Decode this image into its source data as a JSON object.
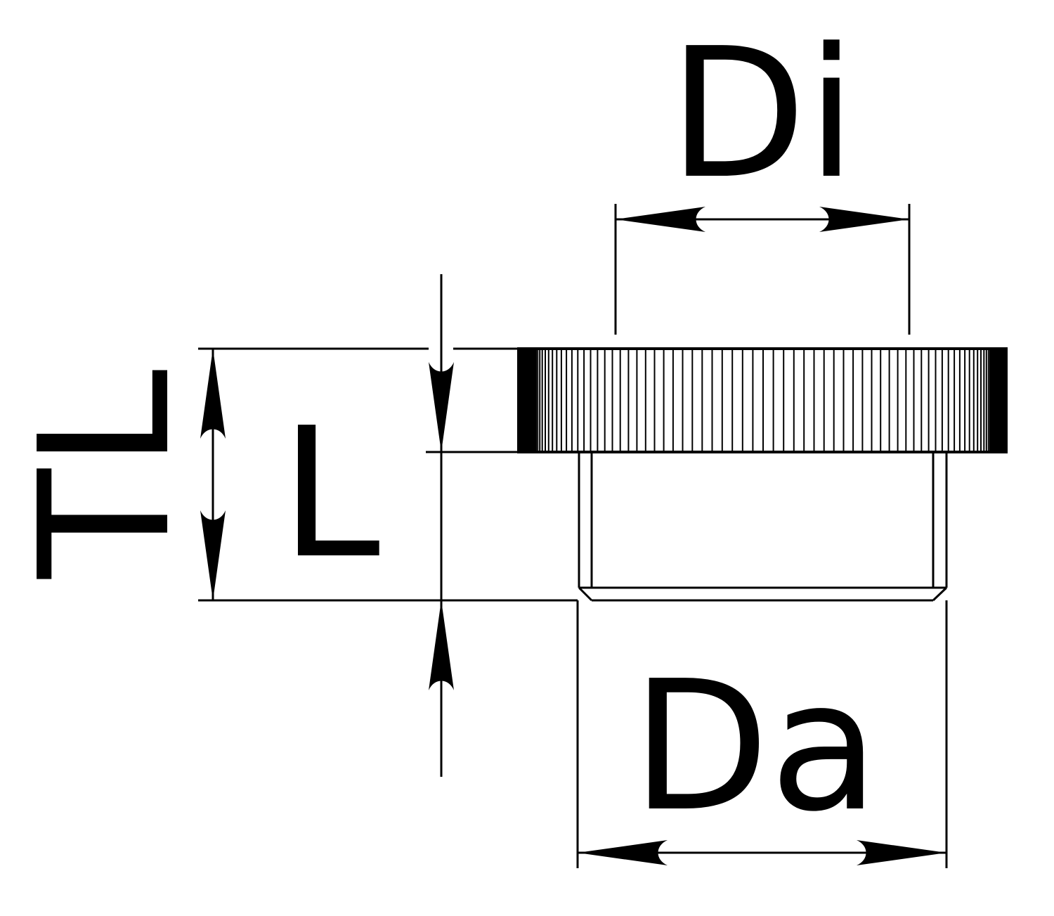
{
  "labels": {
    "inner_diameter": "Di",
    "outer_diameter": "Da",
    "total_length": "TL",
    "length": "L"
  },
  "colors": {
    "ink": "#000000",
    "paper": "#ffffff"
  }
}
